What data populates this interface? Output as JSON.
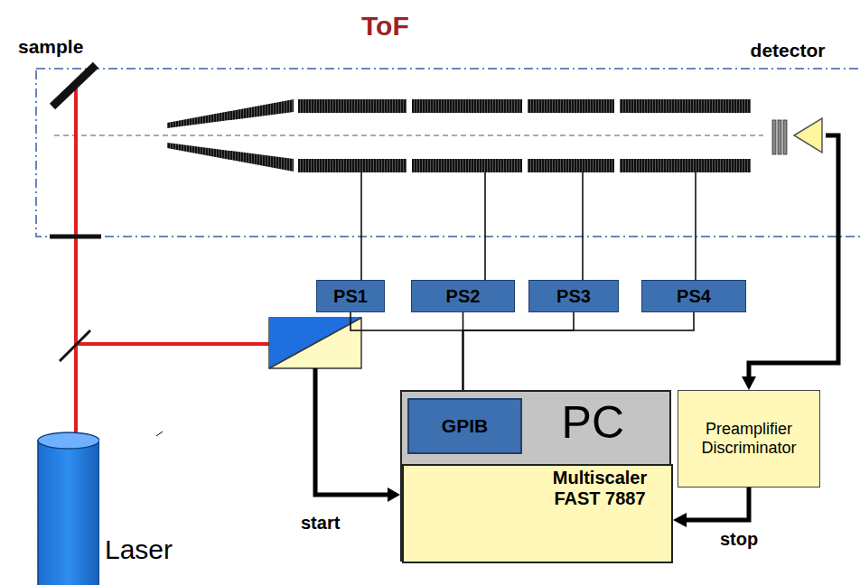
{
  "diagram": {
    "title": "ToF",
    "nodes": [
      {
        "text": [
          "detector"
        ]
      },
      {
        "text": [
          "PS1"
        ]
      },
      {
        "text": [
          "PS2"
        ]
      },
      {
        "text": [
          "PS3"
        ]
      },
      {
        "text": [
          "PS4"
        ]
      },
      {
        "text": [
          "PC"
        ]
      },
      {
        "text": [
          "GPIB"
        ],
        "in": 5
      },
      {
        "text": [
          "Multiscaler FAST 7887"
        ],
        "in": 5
      },
      {
        "text": [
          "Preamplifier Discriminator"
        ]
      },
      {
        "text": [
          "Laser"
        ]
      }
    ],
    "edges": [
      {
        "from": 1,
        "to": 5,
        "arrow": "none"
      },
      {
        "from": 2,
        "to": 5,
        "arrow": "none"
      },
      {
        "from": 3,
        "to": 5,
        "arrow": "none"
      },
      {
        "from": 4,
        "to": 5,
        "arrow": "none"
      },
      {
        "from": 0,
        "to": 8,
        "arrow": "to"
      },
      {
        "from": 8,
        "to": 7,
        "label": "stop",
        "arrow": "to"
      }
    ],
    "labels": [
      "sample",
      "start"
    ]
  }
}
